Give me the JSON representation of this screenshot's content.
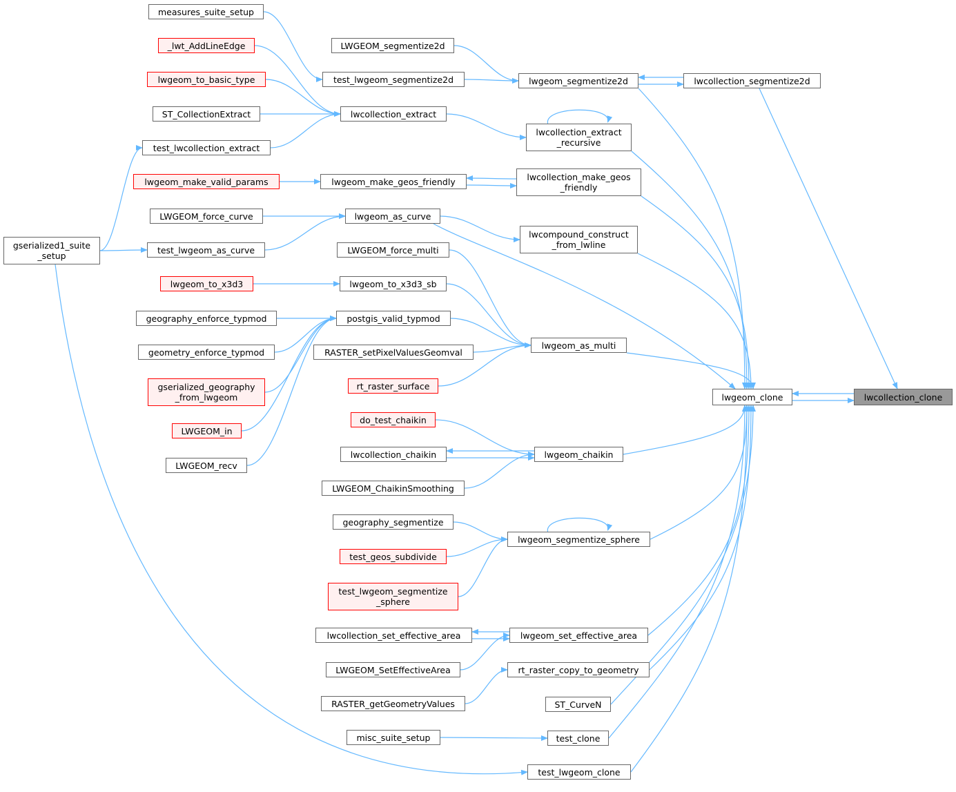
{
  "graph": {
    "title": "lwcollection_clone caller graph",
    "colors": {
      "edge": "#63b8ff",
      "node_border": "#666666",
      "missing_border": "#ff0000",
      "missing_fill": "#fff0f0",
      "current_fill": "#999999"
    },
    "nodes": [
      {
        "id": "gserialized1_suite_setup",
        "label": "gserialized1_suite\n_setup",
        "style": "normal"
      },
      {
        "id": "measures_suite_setup",
        "label": "measures_suite_setup",
        "style": "normal"
      },
      {
        "id": "_lwt_AddLineEdge",
        "label": "_lwt_AddLineEdge",
        "style": "red"
      },
      {
        "id": "lwgeom_to_basic_type",
        "label": "lwgeom_to_basic_type",
        "style": "red"
      },
      {
        "id": "ST_CollectionExtract",
        "label": "ST_CollectionExtract",
        "style": "normal"
      },
      {
        "id": "test_lwcollection_extract",
        "label": "test_lwcollection_extract",
        "style": "normal"
      },
      {
        "id": "lwgeom_make_valid_params",
        "label": "lwgeom_make_valid_params",
        "style": "red"
      },
      {
        "id": "LWGEOM_force_curve",
        "label": "LWGEOM_force_curve",
        "style": "normal"
      },
      {
        "id": "test_lwgeom_as_curve",
        "label": "test_lwgeom_as_curve",
        "style": "normal"
      },
      {
        "id": "lwgeom_to_x3d3",
        "label": "lwgeom_to_x3d3",
        "style": "red"
      },
      {
        "id": "geography_enforce_typmod",
        "label": "geography_enforce_typmod",
        "style": "normal"
      },
      {
        "id": "geometry_enforce_typmod",
        "label": "geometry_enforce_typmod",
        "style": "normal"
      },
      {
        "id": "gserialized_geography_from_lwgeom",
        "label": "gserialized_geography\n_from_lwgeom",
        "style": "red"
      },
      {
        "id": "LWGEOM_in",
        "label": "LWGEOM_in",
        "style": "red"
      },
      {
        "id": "LWGEOM_recv",
        "label": "LWGEOM_recv",
        "style": "normal"
      },
      {
        "id": "LWGEOM_segmentize2d",
        "label": "LWGEOM_segmentize2d",
        "style": "normal"
      },
      {
        "id": "test_lwgeom_segmentize2d",
        "label": "test_lwgeom_segmentize2d",
        "style": "normal"
      },
      {
        "id": "lwcollection_extract",
        "label": "lwcollection_extract",
        "style": "normal"
      },
      {
        "id": "lwgeom_make_geos_friendly",
        "label": "lwgeom_make_geos_friendly",
        "style": "normal"
      },
      {
        "id": "lwgeom_as_curve",
        "label": "lwgeom_as_curve",
        "style": "normal"
      },
      {
        "id": "LWGEOM_force_multi",
        "label": "LWGEOM_force_multi",
        "style": "normal"
      },
      {
        "id": "lwgeom_to_x3d3_sb",
        "label": "lwgeom_to_x3d3_sb",
        "style": "normal"
      },
      {
        "id": "postgis_valid_typmod",
        "label": "postgis_valid_typmod",
        "style": "normal"
      },
      {
        "id": "RASTER_setPixelValuesGeomval",
        "label": "RASTER_setPixelValuesGeomval",
        "style": "normal"
      },
      {
        "id": "rt_raster_surface",
        "label": "rt_raster_surface",
        "style": "red"
      },
      {
        "id": "do_test_chaikin",
        "label": "do_test_chaikin",
        "style": "red"
      },
      {
        "id": "lwcollection_chaikin",
        "label": "lwcollection_chaikin",
        "style": "normal"
      },
      {
        "id": "LWGEOM_ChaikinSmoothing",
        "label": "LWGEOM_ChaikinSmoothing",
        "style": "normal"
      },
      {
        "id": "geography_segmentize",
        "label": "geography_segmentize",
        "style": "normal"
      },
      {
        "id": "test_geos_subdivide",
        "label": "test_geos_subdivide",
        "style": "red"
      },
      {
        "id": "test_lwgeom_segmentize_sphere",
        "label": "test_lwgeom_segmentize\n_sphere",
        "style": "red"
      },
      {
        "id": "lwcollection_set_effective_area",
        "label": "lwcollection_set_effective_area",
        "style": "normal"
      },
      {
        "id": "LWGEOM_SetEffectiveArea",
        "label": "LWGEOM_SetEffectiveArea",
        "style": "normal"
      },
      {
        "id": "RASTER_getGeometryValues",
        "label": "RASTER_getGeometryValues",
        "style": "normal"
      },
      {
        "id": "misc_suite_setup",
        "label": "misc_suite_setup",
        "style": "normal"
      },
      {
        "id": "lwgeom_segmentize2d",
        "label": "lwgeom_segmentize2d",
        "style": "normal"
      },
      {
        "id": "lwcollection_extract_recursive",
        "label": "lwcollection_extract\n_recursive",
        "style": "normal"
      },
      {
        "id": "lwcollection_make_geos_friendly",
        "label": "lwcollection_make_geos\n_friendly",
        "style": "normal"
      },
      {
        "id": "lwcompound_construct_from_lwline",
        "label": "lwcompound_construct\n_from_lwline",
        "style": "normal"
      },
      {
        "id": "lwgeom_as_multi",
        "label": "lwgeom_as_multi",
        "style": "normal"
      },
      {
        "id": "lwgeom_chaikin",
        "label": "lwgeom_chaikin",
        "style": "normal"
      },
      {
        "id": "lwgeom_segmentize_sphere",
        "label": "lwgeom_segmentize_sphere",
        "style": "normal"
      },
      {
        "id": "lwgeom_set_effective_area",
        "label": "lwgeom_set_effective_area",
        "style": "normal"
      },
      {
        "id": "rt_raster_copy_to_geometry",
        "label": "rt_raster_copy_to_geometry",
        "style": "normal"
      },
      {
        "id": "ST_CurveN",
        "label": "ST_CurveN",
        "style": "normal"
      },
      {
        "id": "test_clone",
        "label": "test_clone",
        "style": "normal"
      },
      {
        "id": "test_lwgeom_clone",
        "label": "test_lwgeom_clone",
        "style": "normal"
      },
      {
        "id": "lwcollection_segmentize2d",
        "label": "lwcollection_segmentize2d",
        "style": "normal"
      },
      {
        "id": "lwgeom_clone",
        "label": "lwgeom_clone",
        "style": "normal"
      },
      {
        "id": "lwcollection_clone",
        "label": "lwcollection_clone",
        "style": "current"
      }
    ],
    "edges": [
      [
        "measures_suite_setup",
        "test_lwgeom_segmentize2d"
      ],
      [
        "_lwt_AddLineEdge",
        "lwcollection_extract"
      ],
      [
        "lwgeom_to_basic_type",
        "lwcollection_extract"
      ],
      [
        "ST_CollectionExtract",
        "lwcollection_extract"
      ],
      [
        "test_lwcollection_extract",
        "lwcollection_extract"
      ],
      [
        "gserialized1_suite_setup",
        "test_lwcollection_extract"
      ],
      [
        "gserialized1_suite_setup",
        "test_lwgeom_as_curve"
      ],
      [
        "gserialized1_suite_setup",
        "test_lwgeom_clone"
      ],
      [
        "lwgeom_make_valid_params",
        "lwgeom_make_geos_friendly"
      ],
      [
        "LWGEOM_force_curve",
        "lwgeom_as_curve"
      ],
      [
        "test_lwgeom_as_curve",
        "lwgeom_as_curve"
      ],
      [
        "lwgeom_to_x3d3",
        "lwgeom_to_x3d3_sb"
      ],
      [
        "geography_enforce_typmod",
        "postgis_valid_typmod"
      ],
      [
        "geometry_enforce_typmod",
        "postgis_valid_typmod"
      ],
      [
        "gserialized_geography_from_lwgeom",
        "postgis_valid_typmod"
      ],
      [
        "LWGEOM_in",
        "postgis_valid_typmod"
      ],
      [
        "LWGEOM_recv",
        "postgis_valid_typmod"
      ],
      [
        "LWGEOM_segmentize2d",
        "lwgeom_segmentize2d"
      ],
      [
        "test_lwgeom_segmentize2d",
        "lwgeom_segmentize2d"
      ],
      [
        "lwcollection_extract",
        "lwcollection_extract_recursive"
      ],
      [
        "lwcollection_extract_recursive",
        "lwcollection_extract_recursive"
      ],
      [
        "lwgeom_make_geos_friendly",
        "lwcollection_make_geos_friendly"
      ],
      [
        "lwcollection_make_geos_friendly",
        "lwgeom_make_geos_friendly"
      ],
      [
        "lwgeom_as_curve",
        "lwcompound_construct_from_lwline"
      ],
      [
        "lwgeom_as_curve",
        "lwgeom_clone"
      ],
      [
        "LWGEOM_force_multi",
        "lwgeom_as_multi"
      ],
      [
        "lwgeom_to_x3d3_sb",
        "lwgeom_as_multi"
      ],
      [
        "postgis_valid_typmod",
        "lwgeom_as_multi"
      ],
      [
        "RASTER_setPixelValuesGeomval",
        "lwgeom_as_multi"
      ],
      [
        "rt_raster_surface",
        "lwgeom_as_multi"
      ],
      [
        "do_test_chaikin",
        "lwgeom_chaikin"
      ],
      [
        "lwcollection_chaikin",
        "lwgeom_chaikin"
      ],
      [
        "lwgeom_chaikin",
        "lwcollection_chaikin"
      ],
      [
        "LWGEOM_ChaikinSmoothing",
        "lwgeom_chaikin"
      ],
      [
        "geography_segmentize",
        "lwgeom_segmentize_sphere"
      ],
      [
        "test_geos_subdivide",
        "lwgeom_segmentize_sphere"
      ],
      [
        "test_lwgeom_segmentize_sphere",
        "lwgeom_segmentize_sphere"
      ],
      [
        "lwgeom_segmentize_sphere",
        "lwgeom_segmentize_sphere"
      ],
      [
        "lwcollection_set_effective_area",
        "lwgeom_set_effective_area"
      ],
      [
        "lwgeom_set_effective_area",
        "lwcollection_set_effective_area"
      ],
      [
        "LWGEOM_SetEffectiveArea",
        "lwgeom_set_effective_area"
      ],
      [
        "RASTER_getGeometryValues",
        "rt_raster_copy_to_geometry"
      ],
      [
        "misc_suite_setup",
        "test_clone"
      ],
      [
        "lwgeom_segmentize2d",
        "lwcollection_segmentize2d"
      ],
      [
        "lwcollection_segmentize2d",
        "lwgeom_segmentize2d"
      ],
      [
        "lwgeom_segmentize2d",
        "lwgeom_clone"
      ],
      [
        "lwcollection_extract_recursive",
        "lwgeom_clone"
      ],
      [
        "lwcollection_make_geos_friendly",
        "lwgeom_clone"
      ],
      [
        "lwcompound_construct_from_lwline",
        "lwgeom_clone"
      ],
      [
        "lwgeom_as_multi",
        "lwgeom_clone"
      ],
      [
        "lwgeom_chaikin",
        "lwgeom_clone"
      ],
      [
        "lwgeom_segmentize_sphere",
        "lwgeom_clone"
      ],
      [
        "lwgeom_set_effective_area",
        "lwgeom_clone"
      ],
      [
        "rt_raster_copy_to_geometry",
        "lwgeom_clone"
      ],
      [
        "ST_CurveN",
        "lwgeom_clone"
      ],
      [
        "test_clone",
        "lwgeom_clone"
      ],
      [
        "test_lwgeom_clone",
        "lwgeom_clone"
      ],
      [
        "lwcollection_segmentize2d",
        "lwcollection_clone"
      ],
      [
        "lwgeom_clone",
        "lwcollection_clone"
      ],
      [
        "lwcollection_clone",
        "lwgeom_clone"
      ]
    ]
  }
}
